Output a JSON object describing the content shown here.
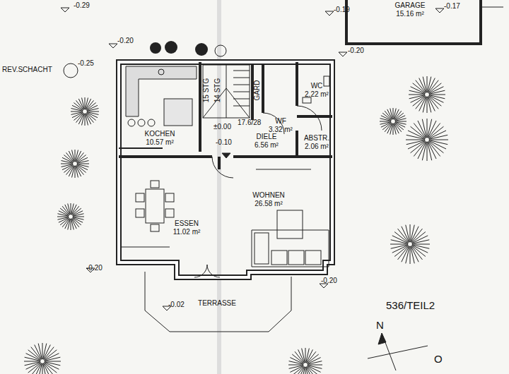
{
  "diagram": {
    "nodes": [
      {
        "text": [
          "GARAGE",
          "15.16 m²"
        ]
      },
      {
        "text": [
          "KOCHEN",
          "10.57 m²"
        ]
      },
      {
        "text": [
          "WF",
          "3.32 m²"
        ]
      },
      {
        "text": [
          "WC",
          "2.22 m²"
        ]
      },
      {
        "text": [
          "DIELE",
          "6.56 m²"
        ]
      },
      {
        "text": [
          "ABSTR.",
          "2.06 m²"
        ]
      },
      {
        "text": [
          "WOHNEN",
          "26.58 m²"
        ]
      },
      {
        "text": [
          "ESSEN",
          "11.02 m²"
        ]
      },
      {
        "text": [
          "TERRASSE"
        ]
      }
    ],
    "labels": [
      "-0.29",
      "-0.19",
      "-0.17",
      "-0.20",
      "-0.20",
      "-0.25",
      "REV.SCHACHT",
      "GARD",
      "15 STG",
      "14 STG",
      "17.6/28",
      "±0.00",
      "-0.10",
      "-0.20",
      "-0.20",
      "-0.02",
      "536/TEIL2",
      "N",
      "O"
    ]
  }
}
